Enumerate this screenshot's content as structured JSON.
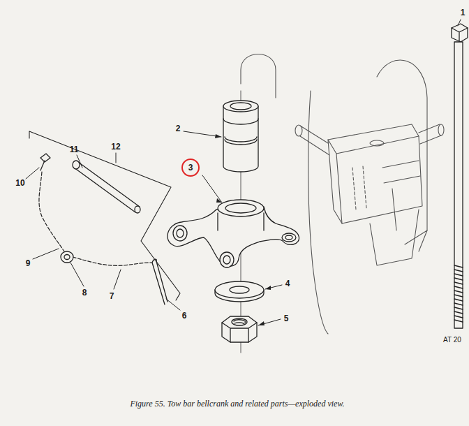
{
  "diagram": {
    "caption": "Figure 55. Tow bar bellcrank and related parts—exploded view.",
    "labels": [
      "1",
      "2",
      "3",
      "4",
      "5",
      "6",
      "7",
      "8",
      "9",
      "10",
      "11",
      "12",
      "AT 20"
    ]
  }
}
